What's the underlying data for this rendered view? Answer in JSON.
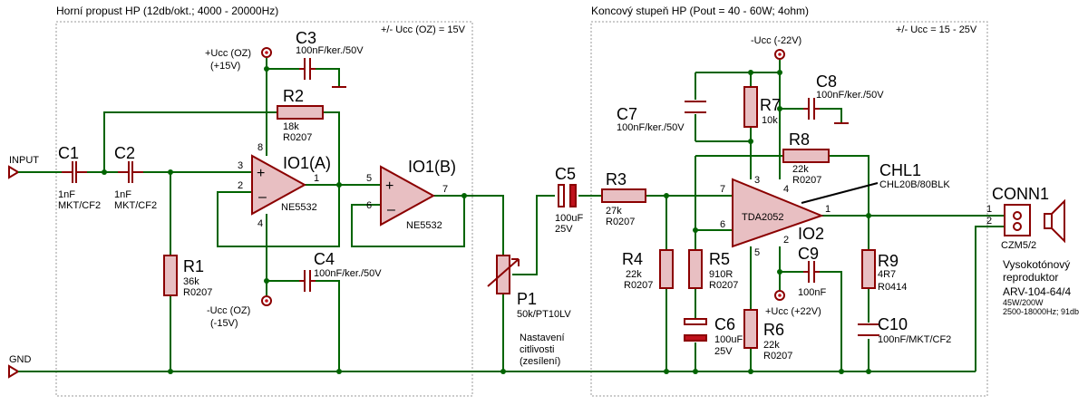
{
  "section_left": {
    "title": "Horní propust HP (12db/okt.; 4000 - 20000Hz)",
    "supply": "+/- Ucc (OZ) = 15V"
  },
  "section_right": {
    "title": "Koncový stupeň HP (Pout = 40 - 60W; 4ohm)",
    "supply": "+/- Ucc = 15 - 25V"
  },
  "labels": {
    "input": "INPUT",
    "gnd": "GND"
  },
  "supplies": {
    "vcc_oz": [
      "+Ucc (OZ)",
      "(+15V)"
    ],
    "vee_oz": [
      "-Ucc (OZ)",
      "(-15V)"
    ],
    "vee_amp": "-Ucc (-22V)",
    "vcc_amp": "+Ucc (+22V)"
  },
  "components": {
    "C1": {
      "name": "C1",
      "value": "1nF",
      "type": "MKT/CF2"
    },
    "C2": {
      "name": "C2",
      "value": "1nF",
      "type": "MKT/CF2"
    },
    "C3": {
      "name": "C3",
      "value": "100nF/ker./50V"
    },
    "C4": {
      "name": "C4",
      "value": "100nF/ker./50V"
    },
    "C5": {
      "name": "C5",
      "value": "100uF",
      "type": "25V"
    },
    "C6": {
      "name": "C6",
      "value": "100uF",
      "type": "25V"
    },
    "C7": {
      "name": "C7",
      "value": "100nF/ker./50V"
    },
    "C8": {
      "name": "C8",
      "value": "100nF/ker./50V"
    },
    "C9": {
      "name": "C9",
      "value": "100nF"
    },
    "C10": {
      "name": "C10",
      "value": "100nF/MKT/CF2"
    },
    "R1": {
      "name": "R1",
      "value": "36k",
      "type": "R0207"
    },
    "R2": {
      "name": "R2",
      "value": "18k",
      "type": "R0207"
    },
    "R3": {
      "name": "R3",
      "value": "27k",
      "type": "R0207"
    },
    "R4": {
      "name": "R4",
      "value": "22k",
      "type": "R0207"
    },
    "R5": {
      "name": "R5",
      "value": "910R",
      "type": "R0207"
    },
    "R6": {
      "name": "R6",
      "value": "22k",
      "type": "R0207"
    },
    "R7": {
      "name": "R7",
      "value": "10k"
    },
    "R8": {
      "name": "R8",
      "value": "22k",
      "type": "R0207"
    },
    "R9": {
      "name": "R9",
      "value": "4R7",
      "type": "R0414"
    },
    "P1": {
      "name": "P1",
      "value": "50k/PT10LV",
      "note": [
        "Nastavení",
        "citlivosti",
        "(zesílení)"
      ]
    },
    "IO1A": {
      "name": "IO1(A)",
      "part": "NE5532"
    },
    "IO1B": {
      "name": "IO1(B)",
      "part": "NE5532"
    },
    "IO2": {
      "name": "IO2",
      "part": "TDA2052"
    },
    "CHL1": {
      "name": "CHL1",
      "part": "CHL20B/80BLK"
    },
    "CONN1": {
      "name": "CONN1",
      "part": "CZM5/2"
    }
  },
  "pins": {
    "io1a": [
      "3",
      "2",
      "1",
      "8",
      "4"
    ],
    "io1b": [
      "5",
      "6",
      "7"
    ],
    "io2": [
      "7",
      "6",
      "1",
      "3",
      "4",
      "5",
      "2"
    ],
    "conn": [
      "1",
      "2"
    ]
  },
  "speaker": {
    "title": [
      "Vysokotónový",
      "reproduktor"
    ],
    "model": "ARV-104-64/4",
    "specs": [
      "45W/200W",
      "2500-18000Hz; 91db"
    ]
  }
}
